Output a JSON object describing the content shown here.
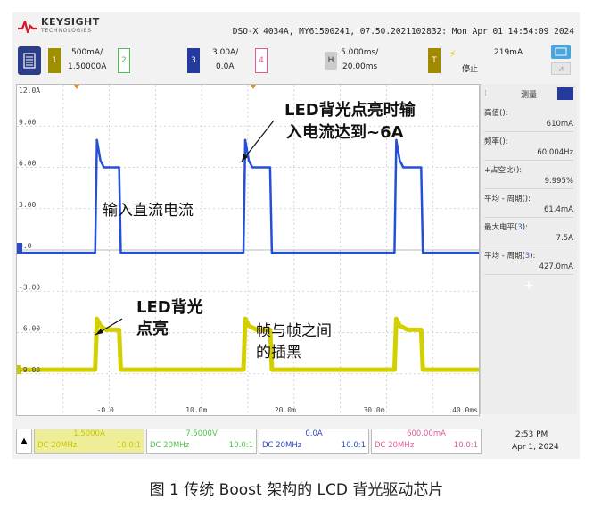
{
  "brand": {
    "name": "KEYSIGHT",
    "sub": "TECHNOLOGIES"
  },
  "instrument_info": "DSO-X 4034A, MY61500241, 07.50.2021102832: Mon Apr 01 14:54:09 2024",
  "channels": {
    "ch1": {
      "num": "1",
      "scale": "500mA/",
      "offset": "1.50000A",
      "color": "#c8c800"
    },
    "ch2": {
      "num": "2",
      "color": "#4cc24c"
    },
    "ch3": {
      "num": "3",
      "scale": "3.00A/",
      "offset": "0.0A",
      "color": "#2c49c8"
    },
    "ch4": {
      "num": "4",
      "color": "#e05a9a"
    }
  },
  "horizontal": {
    "label": "H",
    "scale": "5.000ms/",
    "delay": "20.00ms"
  },
  "trigger": {
    "label": "T",
    "level": "219mA",
    "status": "停止"
  },
  "y_ticks": [
    "12.0A",
    "9.00",
    "6.00",
    "3.00",
    "0.0",
    "-3.00",
    "-6.00",
    "-9.00"
  ],
  "x_ticks": [
    "-0.0",
    "10.0m",
    "20.0m",
    "30.0m",
    "40.0ms"
  ],
  "chart_data": {
    "type": "line",
    "series": [
      {
        "channel": "3",
        "color": "#2450d8",
        "unit": "A",
        "x_ms": [
          -10,
          -1.2,
          -1.0,
          -0.6,
          -0.2,
          0,
          1.5,
          1.7,
          15.5,
          15.7,
          16.1,
          16.5,
          17,
          18.5,
          18.7,
          32.5,
          32.7,
          33.1,
          33.5,
          34,
          35.5,
          35.7,
          42
        ],
        "y": [
          -0.2,
          -0.2,
          8.0,
          6.5,
          6.0,
          6.0,
          6.0,
          -0.2,
          -0.2,
          8.0,
          6.5,
          6.0,
          6.0,
          6.0,
          -0.2,
          -0.2,
          8.0,
          6.5,
          6.0,
          6.0,
          6.0,
          -0.2,
          -0.2
        ]
      },
      {
        "channel": "1",
        "color": "#d4d000",
        "unit": "A",
        "x_ms": [
          -10,
          -1.2,
          -1.0,
          -0.6,
          0,
          1.5,
          1.7,
          15.5,
          15.7,
          16.1,
          17,
          18.5,
          18.7,
          32.5,
          32.7,
          33.1,
          34,
          35.5,
          35.7,
          42
        ],
        "y": [
          -8.7,
          -8.7,
          -5.0,
          -5.5,
          -5.8,
          -5.8,
          -8.7,
          -8.7,
          -5.0,
          -5.5,
          -5.8,
          -5.8,
          -8.7,
          -8.7,
          -5.0,
          -5.5,
          -5.8,
          -5.8,
          -8.7,
          -8.7
        ]
      }
    ],
    "ylim": [
      -12,
      12
    ],
    "xlim": [
      -10,
      42
    ],
    "grid": true
  },
  "annotations": {
    "led_current": "LED背光点亮时输入电流达到~6A",
    "led_current_l1": "LED背光点亮时输",
    "led_current_l2": "入电流达到~6A",
    "dc_input": "输入直流电流",
    "led_on_l1": "LED背光",
    "led_on_l2": "点亮",
    "black_l1": "帧与帧之间",
    "black_l2": "的插黑"
  },
  "measurements": {
    "title": "测量",
    "items": [
      {
        "label": "高值(",
        "ch": "",
        "suffix": "):",
        "value": "610mA"
      },
      {
        "label": "频率(",
        "ch": "",
        "suffix": "):",
        "value": "60.004Hz"
      },
      {
        "label": "+占空比(",
        "ch": "",
        "suffix": "):",
        "value": "9.995%"
      },
      {
        "label": "平均 - 周期(",
        "ch": "",
        "suffix": "):",
        "value": "61.4mA"
      },
      {
        "label": "最大电平(",
        "ch": "3",
        "suffix": "):",
        "value": "7.5A"
      },
      {
        "label": "平均 - 周期(",
        "ch": "3",
        "suffix": "):",
        "value": "427.0mA"
      }
    ],
    "add": "+"
  },
  "bottom": {
    "cells": [
      {
        "top": "1.5000A",
        "bw": "DC 20MHz",
        "probe": "10.0:1",
        "color": "#c8c800"
      },
      {
        "top": "7.5000V",
        "bw": "DC 20MHz",
        "probe": "10.0:1",
        "color": "#4cc24c"
      },
      {
        "top": "0.0A",
        "bw": "DC 20MHz",
        "probe": "10.0:1",
        "color": "#2c49c8"
      },
      {
        "top": "600.00mA",
        "bw": "DC 20MHz",
        "probe": "10.0:1",
        "color": "#e05a9a"
      }
    ],
    "time": "2:53 PM",
    "date": "Apr 1, 2024"
  },
  "caption": "图 1 传统 Boost 架构的 LCD 背光驱动芯片"
}
